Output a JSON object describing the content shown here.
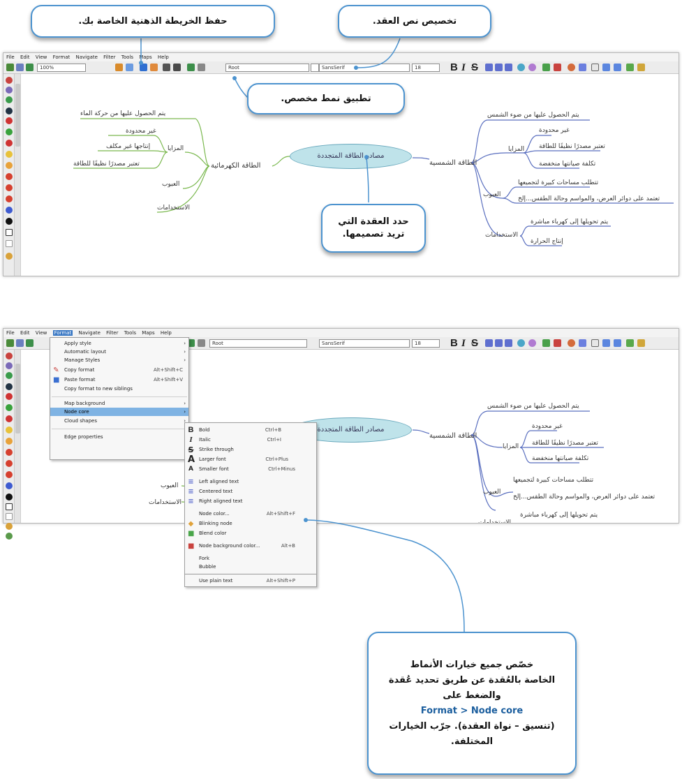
{
  "callouts": {
    "save_map": "حفظ الخريطة الذهنية الخاصة بك.",
    "customize_text": "تخصيص نص العقد.",
    "apply_style": "تطبيق نمط مخصص.",
    "select_node_l1": "حدد العقدة التي",
    "select_node_l2": "تريد تصميمها.",
    "node_core_l1": "خصّص جميع خيارات الأنماط",
    "node_core_l2": "الخاصة بالعُقدة عن طريق تحديد عُقدة",
    "node_core_l3": "والضغط على",
    "node_core_l4": "Format > Node core",
    "node_core_l5": "(تنسيق – نواة العقدة). جرّب الخيارات",
    "node_core_l6": "المختلفة."
  },
  "menubar": [
    "File",
    "Edit",
    "View",
    "Format",
    "Navigate",
    "Filter",
    "Tools",
    "Maps",
    "Help"
  ],
  "toolbar": {
    "zoom": "100%",
    "style": "Root",
    "font": "SansSerif",
    "size": "18",
    "bold": "B",
    "italic": "I",
    "strike": "S"
  },
  "mindmap": {
    "center": "مصادر الطاقة المتجددة",
    "solar": {
      "title": "الطاقة الشمسية",
      "source": "يتم الحصول عليها من ضوء الشمس",
      "advantages": "المزايا",
      "adv_items": [
        "غير محدودة",
        "تعتبر مصدرًا نظيفًا للطاقة",
        "تكلفة صيانتها منخفضة"
      ],
      "disadvantages": "العيوب",
      "dis_items": [
        "تتطلب مساحات كبيرة لتجميعها",
        "تعتمد على دوائر العرض، والمواسم وحالة الطقس...إلخ"
      ],
      "uses": "الاستخدامات",
      "use_items": [
        "يتم تحويلها إلى كهرباء مباشرة",
        "إنتاج الحرارة"
      ]
    },
    "hydro": {
      "title": "الطاقة الكهرمائية",
      "source": "يتم الحصول عليها من حركة الماء",
      "advantages": "المزايا",
      "adv_items": [
        "غير محدودة",
        "إنتاجها غير مكلف",
        "تعتبر مصدرًا نظيفًا للطاقة"
      ],
      "disadvantages": "العيوب",
      "uses": "الاستخدامات"
    }
  },
  "format_menu": {
    "items": [
      "Apply style",
      "Automatic layout",
      "Manage Styles",
      "Copy format",
      "Paste format",
      "Copy format to new siblings",
      "Map background",
      "Node core",
      "Cloud shapes",
      "Edge properties"
    ],
    "shortcuts": {
      "copy": "Alt+Shift+C",
      "paste": "Alt+Shift+V"
    }
  },
  "node_core_menu": {
    "items": [
      {
        "label": "Bold",
        "shortcut": "Ctrl+B",
        "icon": "B"
      },
      {
        "label": "Italic",
        "shortcut": "Ctrl+I",
        "icon": "I"
      },
      {
        "label": "Strike through",
        "shortcut": "",
        "icon": "S"
      },
      {
        "label": "Larger font",
        "shortcut": "Ctrl+Plus",
        "icon": "A"
      },
      {
        "label": "Smaller font",
        "shortcut": "Ctrl+Minus",
        "icon": "A"
      },
      {
        "label": "Left aligned text",
        "shortcut": "",
        "icon": ""
      },
      {
        "label": "Centered text",
        "shortcut": "",
        "icon": ""
      },
      {
        "label": "Right aligned text",
        "shortcut": "",
        "icon": ""
      },
      {
        "label": "Node color...",
        "shortcut": "Alt+Shift+F",
        "icon": ""
      },
      {
        "label": "Blinking node",
        "shortcut": "",
        "icon": ""
      },
      {
        "label": "Blend color",
        "shortcut": "",
        "icon": ""
      },
      {
        "label": "Node background color...",
        "shortcut": "Alt+B",
        "icon": ""
      },
      {
        "label": "Fork",
        "shortcut": "",
        "icon": ""
      },
      {
        "label": "Bubble",
        "shortcut": "",
        "icon": ""
      },
      {
        "label": "Use plain text",
        "shortcut": "Alt+Shift+P",
        "icon": ""
      }
    ]
  },
  "colors": {
    "accent": "#4c93cf",
    "solar_edges": "#5a6fbf",
    "hydro_edges": "#7ab84e",
    "menu_highlight": "#7fb3e3"
  }
}
